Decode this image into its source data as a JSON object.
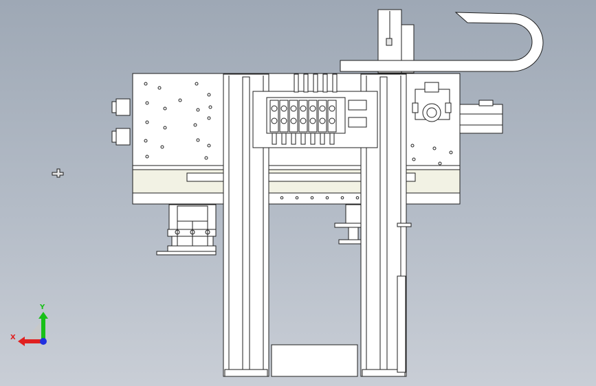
{
  "view": {
    "background_top": "#9ea8b5",
    "background_bottom": "#c9ced6",
    "line_color": "#1e1e1e",
    "part_fill": "#ffffff",
    "rail_fill": "#f2f2e4"
  },
  "triad": {
    "x_label": "X",
    "y_label": "Y",
    "x_color": "#e02020",
    "y_color": "#18c018",
    "z_color": "#2030e0"
  },
  "origin_marker": {
    "icon": "origin-cross-icon"
  },
  "valve_bank": {
    "valve_count": 7
  }
}
